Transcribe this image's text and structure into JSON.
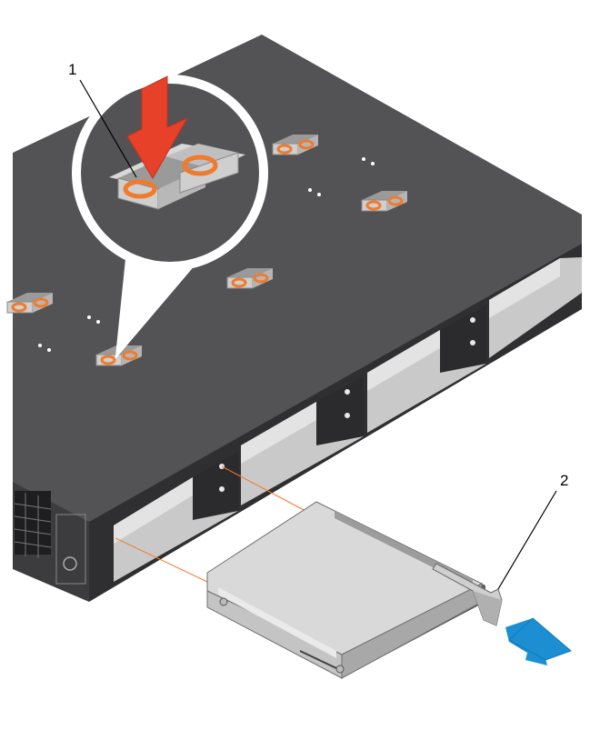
{
  "callouts": [
    {
      "id": "1",
      "text": "1"
    },
    {
      "id": "2",
      "text": "2"
    }
  ],
  "colors": {
    "chassis_top": "#535355",
    "chassis_front": "#3c3c3e",
    "bay_fill": "#c8c8c8",
    "bay_wall": "#e2e2e2",
    "orange_accent": "#f07b2c",
    "arrow_red": "#e8412a",
    "arrow_blue": "#1b8fd2",
    "drive_body": "#d6d6d6",
    "drive_dark": "#606062"
  },
  "icons": {
    "press_arrow": "down-arrow-icon",
    "pull_arrow": "right-down-arrow-icon",
    "release_button": "release-button-icon"
  }
}
